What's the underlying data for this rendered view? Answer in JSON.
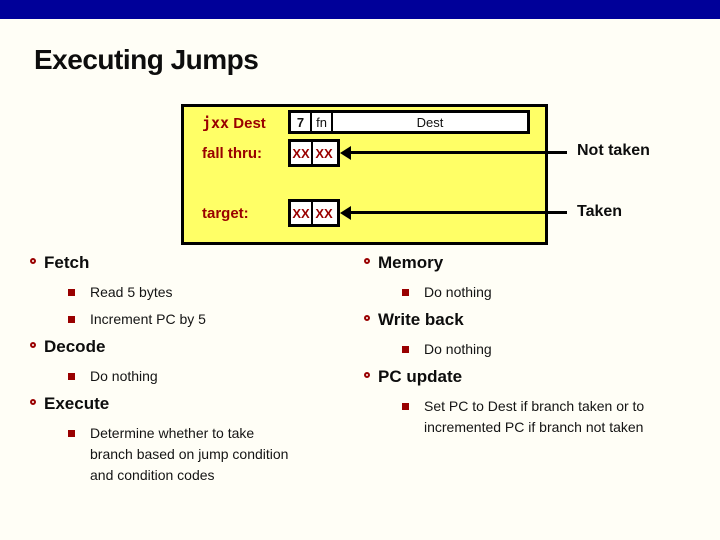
{
  "slide": {
    "title": "Executing Jumps",
    "colors": {
      "top_bar": "#000099",
      "diagram_bg": "#ffff66",
      "accent_red": "#990000"
    }
  },
  "diagram": {
    "mnemonic": "jxx",
    "mnemonic_operand": "Dest",
    "opcode": "7",
    "fn_field": "fn",
    "dest_field": "Dest",
    "rows": [
      {
        "label": "fall thru:",
        "bytes": [
          "XX",
          "XX"
        ],
        "annotation": "Not taken"
      },
      {
        "label": "target:",
        "bytes": [
          "XX",
          "XX"
        ],
        "annotation": "Taken"
      }
    ]
  },
  "columns": {
    "left": [
      {
        "title": "Fetch",
        "items": [
          "Read 5 bytes",
          "Increment PC by 5"
        ]
      },
      {
        "title": "Decode",
        "items": [
          "Do nothing"
        ]
      },
      {
        "title": "Execute",
        "items": [
          "Determine whether to take branch based on jump condition and condition codes"
        ]
      }
    ],
    "right": [
      {
        "title": "Memory",
        "items": [
          "Do nothing"
        ]
      },
      {
        "title": "Write back",
        "items": [
          "Do nothing"
        ]
      },
      {
        "title": "PC update",
        "items": [
          "Set PC to Dest if branch taken or to incremented PC if branch not taken"
        ]
      }
    ]
  }
}
